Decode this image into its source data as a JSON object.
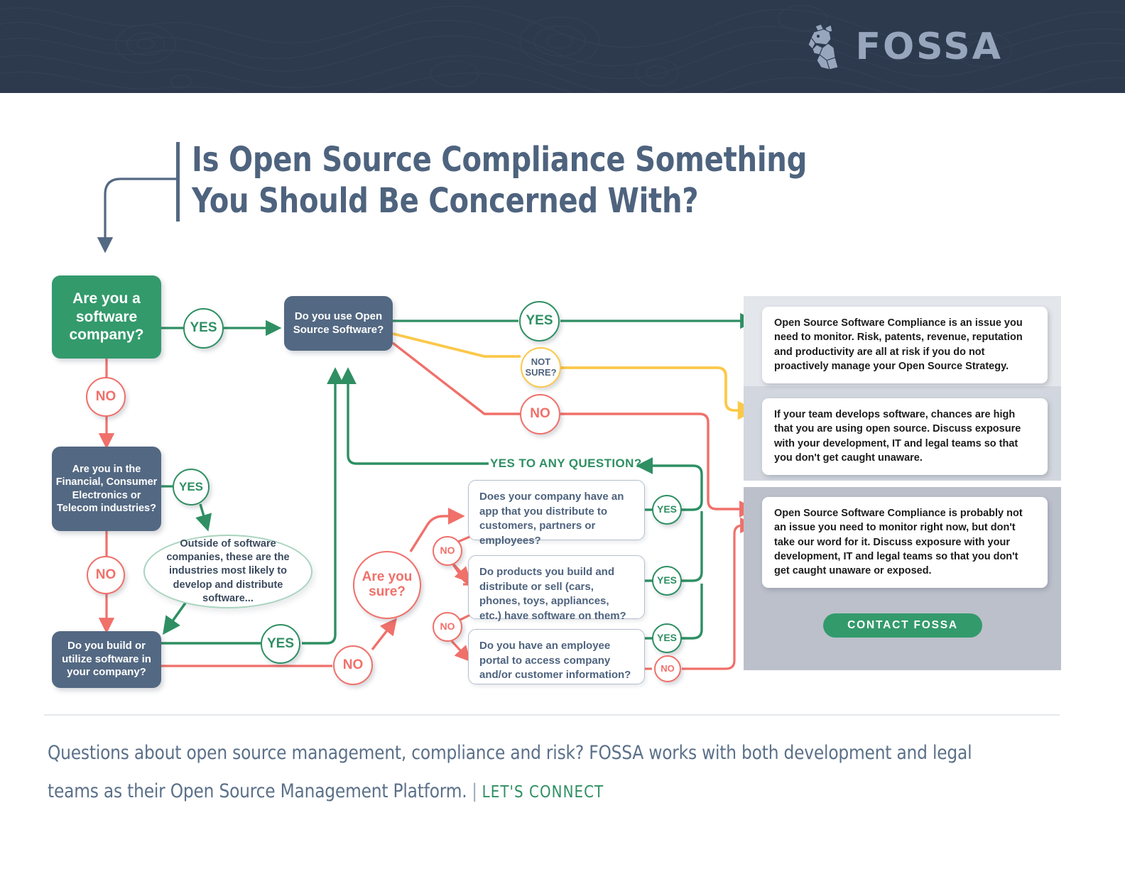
{
  "header": {
    "brand": "FOSSA",
    "logo_icon": "fossa-head-logo",
    "bg_color": "#2d3a4d"
  },
  "title": "Is Open Source Compliance Something\nYou Should Be Concerned With?",
  "colors": {
    "green": "#339a6c",
    "green_line": "#2f8f63",
    "slate": "#536882",
    "red": "#f0706a",
    "yellow": "#fbc84a",
    "panel1_bg": "#e3e6ea",
    "panel2_bg": "#d2d6de",
    "panel3_bg": "#bcc0cb",
    "header_bg": "#2d3a4d",
    "title_color": "#4e637e"
  },
  "flow": {
    "start_node": "Are you a software company?",
    "nodes": [
      {
        "id": "use_oss",
        "label": "Do you use Open Source Software?"
      },
      {
        "id": "industries",
        "label": "Are you in the Financial, Consumer Electronics or Telecom industries?"
      },
      {
        "id": "build_utilize",
        "label": "Do you build or utilize software in your company?"
      }
    ],
    "note_ellipse": "Outside of software companies, these are the industries most likely to develop and distribute software...",
    "sure_node": "Are you sure?",
    "yes_any_label": "YES TO ANY QUESTION?",
    "questions": [
      "Does your company have an app that you distribute to customers, partners or employees?",
      "Do products you build and distribute or sell (cars, phones, toys, appliances, etc.) have software on them?",
      "Do you have an employee portal to access company and/or customer information?"
    ],
    "edge_labels": {
      "yes": "YES",
      "no": "NO",
      "not_sure": "NOT SURE?"
    }
  },
  "results": [
    {
      "text": "Open Source Software Compliance is an issue you need to monitor. Risk, patents, revenue, reputation and productivity are all at risk if you do not proactively manage your Open Source Strategy."
    },
    {
      "text": "If your team develops software, chances are high that you are using open source. Discuss exposure with your development, IT and legal teams so that you don't get caught unaware."
    },
    {
      "text": "Open Source Software Compliance is probably not an issue you need to monitor right now, but don't take our word for it. Discuss exposure with your development, IT and legal teams so that you don't get caught unaware or exposed."
    }
  ],
  "cta": {
    "label": "CONTACT FOSSA"
  },
  "footer": {
    "text": "Questions about open source management, compliance and risk? FOSSA works with both development and legal teams as their Open Source Management Platform.",
    "separator": "|",
    "link": "LET'S CONNECT"
  }
}
